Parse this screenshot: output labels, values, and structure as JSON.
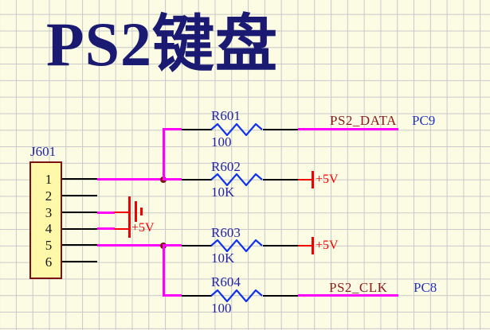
{
  "sheet": {
    "title": "PS2键盘"
  },
  "connector": {
    "refdes": "J601",
    "pins": [
      "1",
      "2",
      "3",
      "4",
      "5",
      "6"
    ]
  },
  "resistors": [
    {
      "refdes": "R601",
      "value": "100"
    },
    {
      "refdes": "R602",
      "value": "10K"
    },
    {
      "refdes": "R603",
      "value": "10K"
    },
    {
      "refdes": "R604",
      "value": "100"
    }
  ],
  "power": {
    "pin4_label": "+5V",
    "r602_label": "+5V",
    "r603_label": "+5V"
  },
  "nets": [
    {
      "name": "PS2_DATA",
      "port": "PC9"
    },
    {
      "name": "PS2_CLK",
      "port": "PC8"
    }
  ],
  "colors": {
    "background": "#FCFCE4",
    "grid": "#C8C8C8",
    "title_navy": "#1A1A72",
    "label_blue": "#2222A8",
    "port_blue": "#2233C0",
    "net_maroon": "#8B1A1A",
    "wire_magenta": "#FF00FF",
    "wire_black": "#000000",
    "power_red": "#F20000",
    "resistor_blue": "#1133EE",
    "junction_maroon": "#7D1414",
    "connector_fill": "#FFF8A8",
    "connector_border": "#7B1212"
  }
}
